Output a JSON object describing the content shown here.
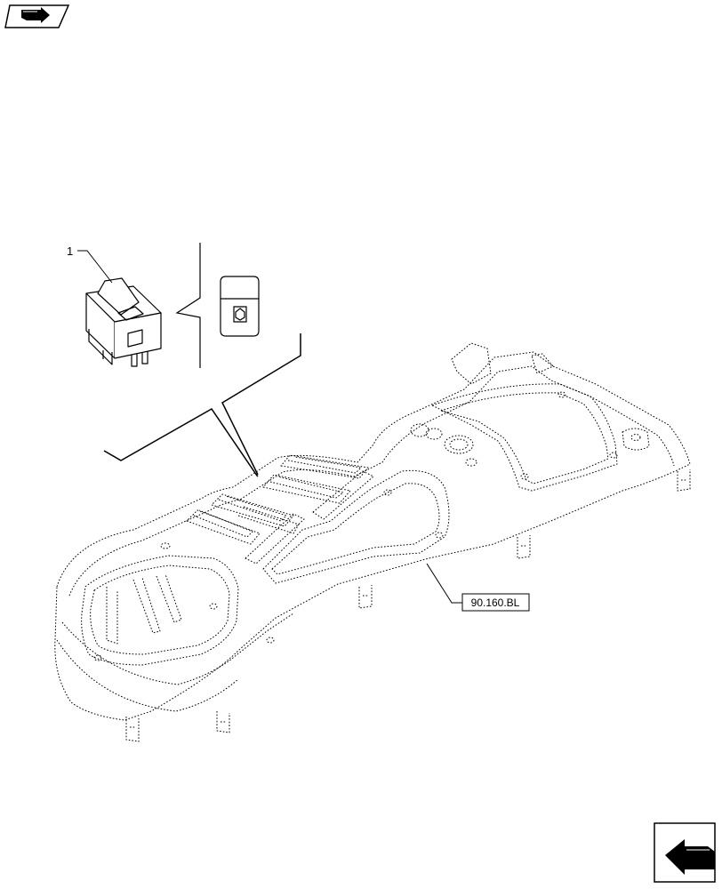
{
  "diagram": {
    "callouts": [
      {
        "id": "item-1",
        "text": "1"
      },
      {
        "id": "ref-90160bl",
        "text": "90.160.BL"
      }
    ]
  },
  "navigation": {
    "top_icon": "book-arrow-icon",
    "bottom_icon": "arrow-left-icon"
  }
}
